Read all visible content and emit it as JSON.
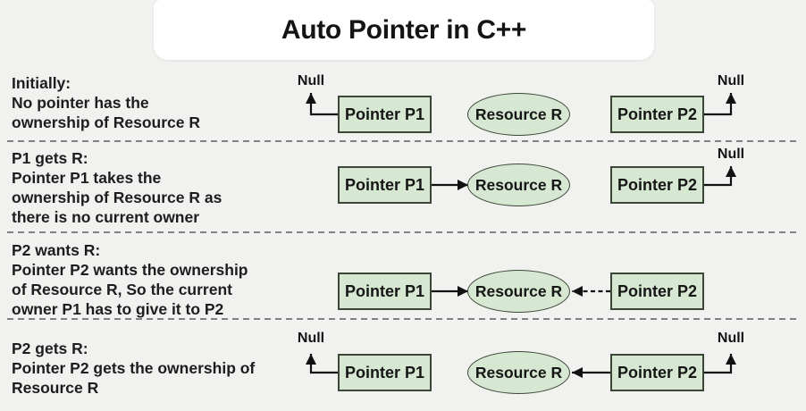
{
  "title": "Auto Pointer in C++",
  "shapes": {
    "pointer_p1": "Pointer P1",
    "pointer_p2": "Pointer P2",
    "resource": "Resource R",
    "null_label": "Null"
  },
  "steps": [
    {
      "heading": "Initially:",
      "lines": [
        "No pointer has the",
        "ownership of Resource R"
      ]
    },
    {
      "heading": "P1 gets R:",
      "lines": [
        "Pointer P1 takes the",
        "ownership of Resource R as",
        "there is no current owner"
      ]
    },
    {
      "heading": "P2 wants R:",
      "lines": [
        "Pointer P2 wants the ownership",
        "of Resource R, So the current",
        "owner P1 has to give it to P2"
      ]
    },
    {
      "heading": "P2 gets R:",
      "lines": [
        "Pointer P2 gets the ownership of",
        "Resource R"
      ]
    }
  ],
  "colors": {
    "background": "#f1f2ef",
    "card": "#ffffff",
    "shape_fill": "#d6e8d2",
    "shape_border": "#3c4637",
    "ink": "#111111",
    "separator": "#808080",
    "text": "#1d1d1d"
  }
}
